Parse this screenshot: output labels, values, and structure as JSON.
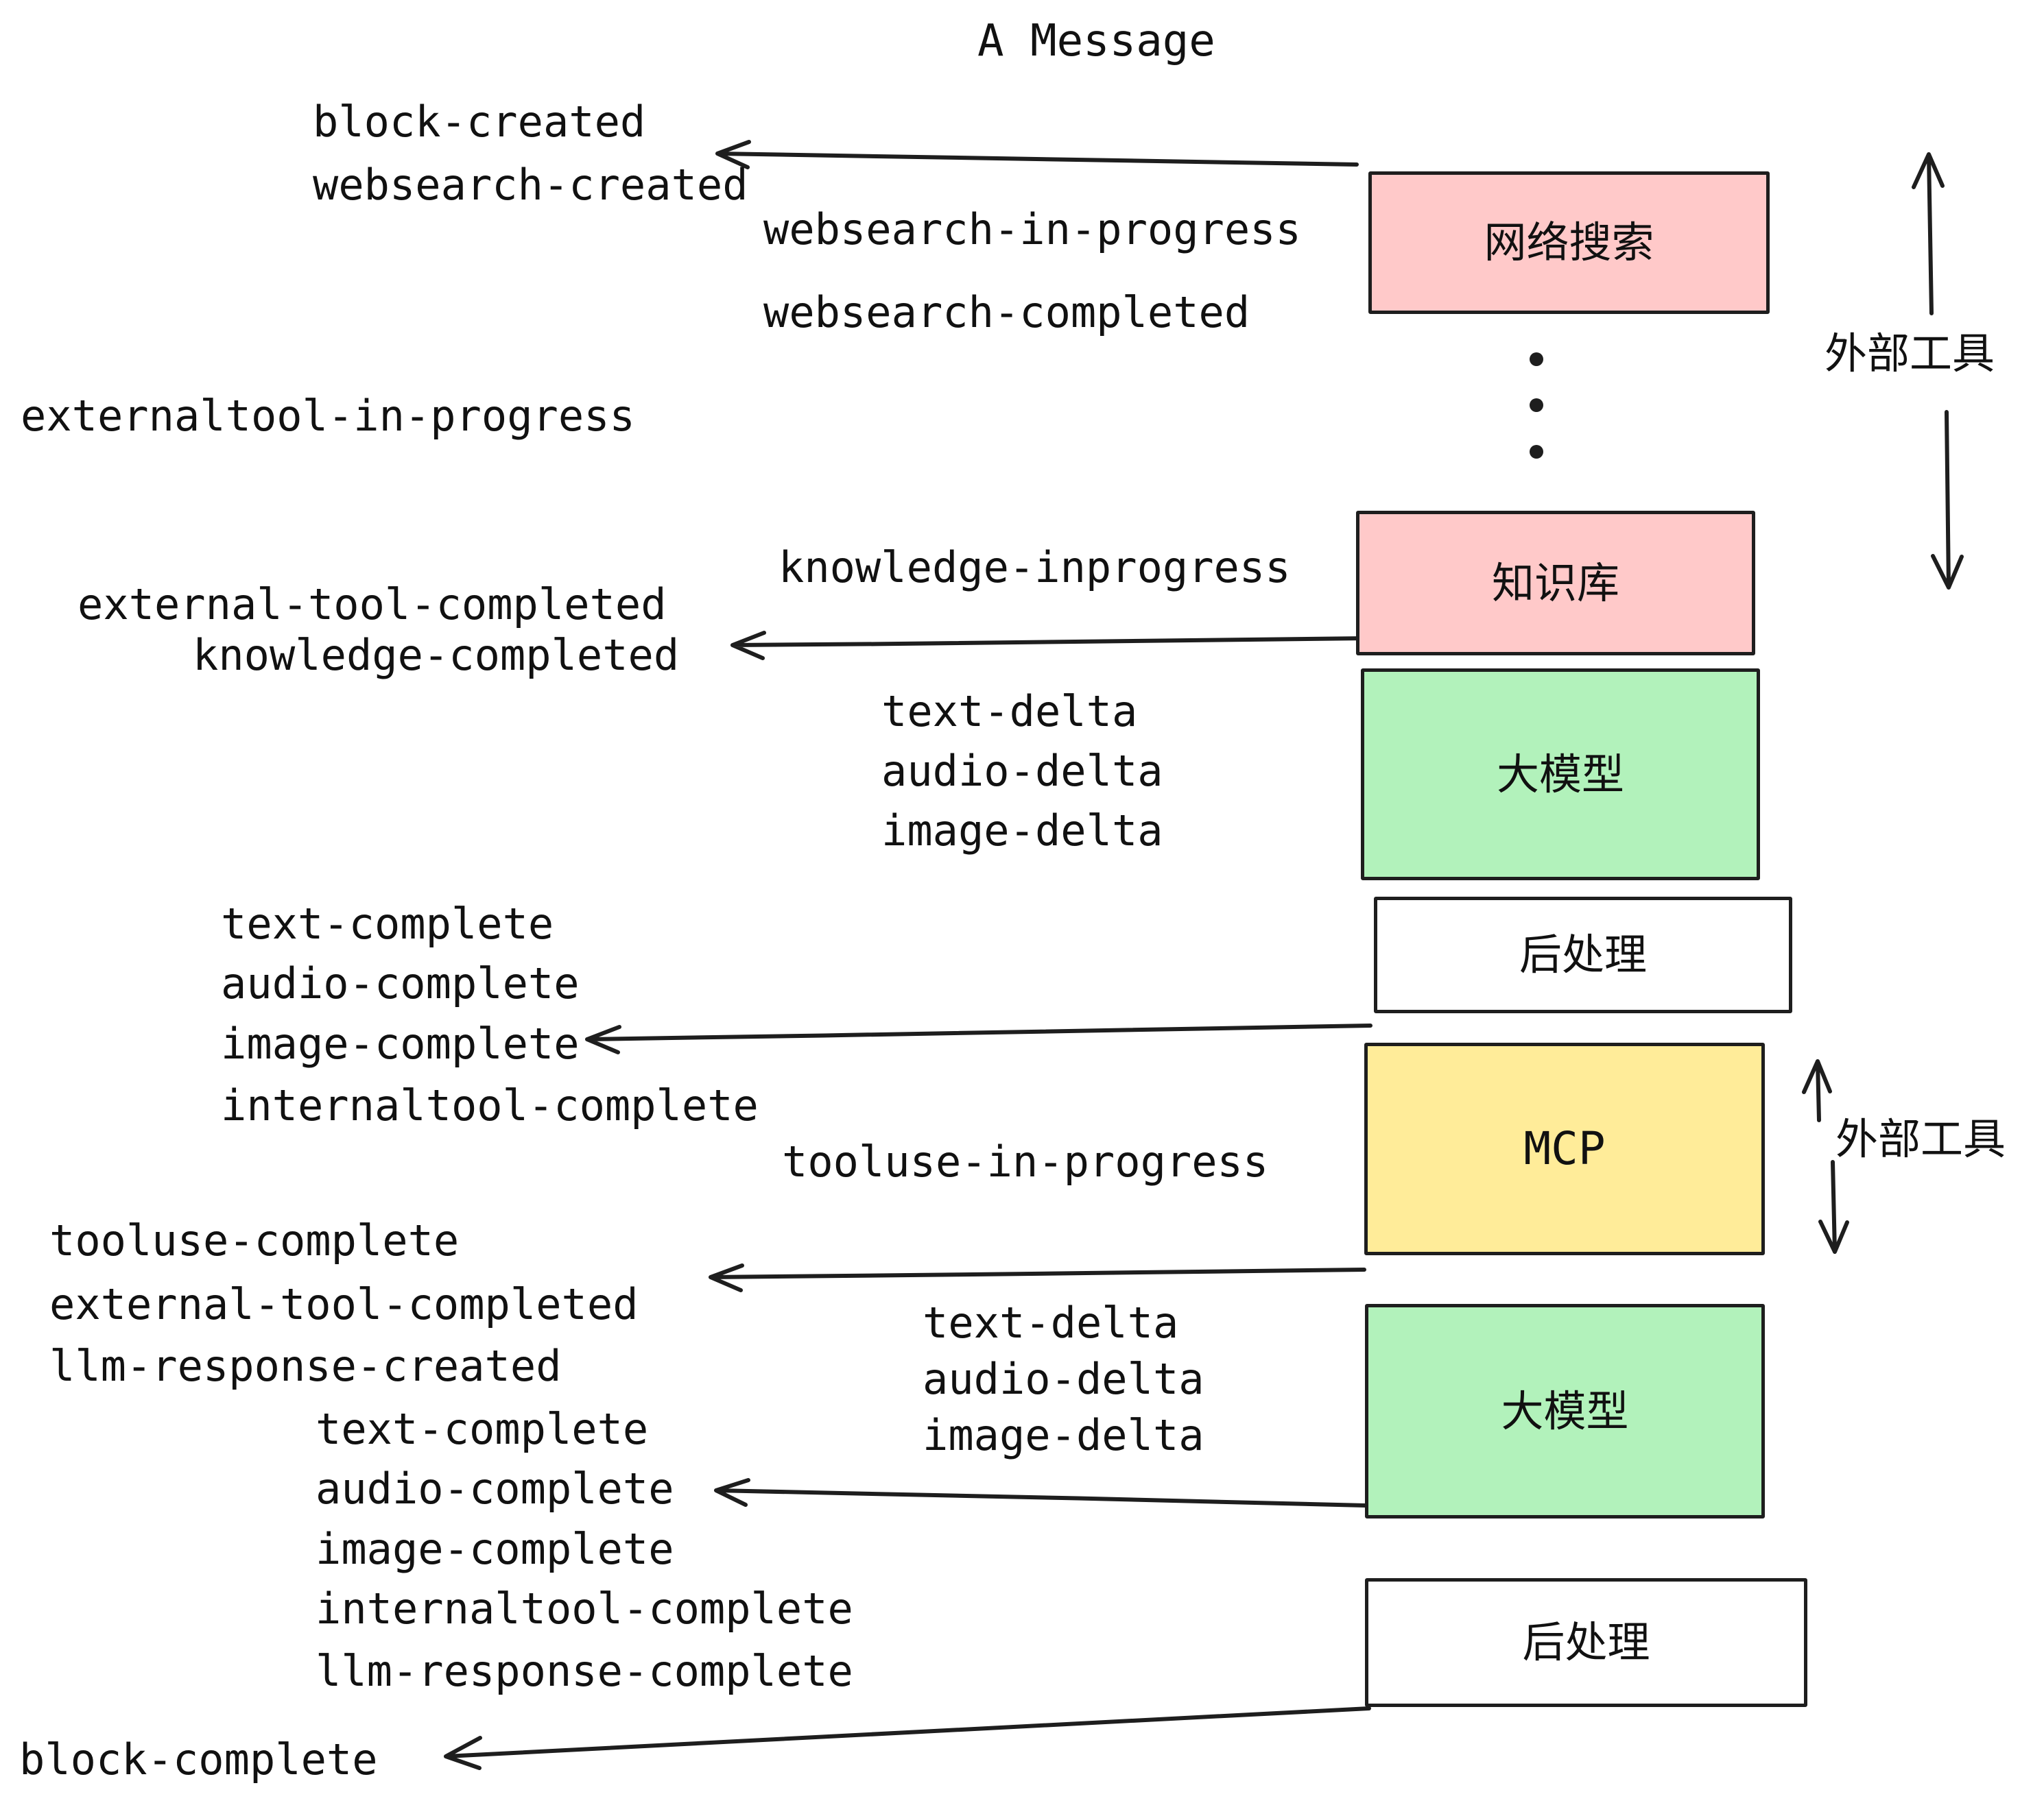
{
  "title": "A Message",
  "colors": {
    "background": "#ffffff",
    "stroke": "#1e1e1e",
    "text": "#111111",
    "box_pink": "#ffc9c9",
    "box_green": "#b2f2bb",
    "box_yellow": "#ffec99",
    "box_white": "#ffffff"
  },
  "boxes": [
    {
      "id": "websearch",
      "label": "网络搜索",
      "fill": "pink"
    },
    {
      "id": "knowledge",
      "label": "知识库",
      "fill": "pink"
    },
    {
      "id": "llm-1",
      "label": "大模型",
      "fill": "green"
    },
    {
      "id": "postprocess-1",
      "label": "后处理",
      "fill": "white"
    },
    {
      "id": "mcp",
      "label": "MCP",
      "fill": "yellow"
    },
    {
      "id": "llm-2",
      "label": "大模型",
      "fill": "green"
    },
    {
      "id": "postprocess-2",
      "label": "后处理",
      "fill": "white"
    }
  ],
  "side_labels": [
    "外部工具",
    "外部工具"
  ],
  "events": [
    "block-created",
    "websearch-created",
    "websearch-in-progress",
    "websearch-completed",
    "externaltool-in-progress",
    "knowledge-inprogress",
    "external-tool-completed",
    "knowledge-completed",
    "text-delta",
    "audio-delta",
    "image-delta",
    "text-complete",
    "audio-complete",
    "image-complete",
    "internaltool-complete",
    "tooluse-in-progress",
    "tooluse-complete",
    "external-tool-completed",
    "llm-response-created",
    "text-complete",
    "audio-complete",
    "image-complete",
    "internaltool-complete",
    "llm-response-complete",
    "block-complete",
    "text-delta",
    "audio-delta",
    "image-delta"
  ]
}
